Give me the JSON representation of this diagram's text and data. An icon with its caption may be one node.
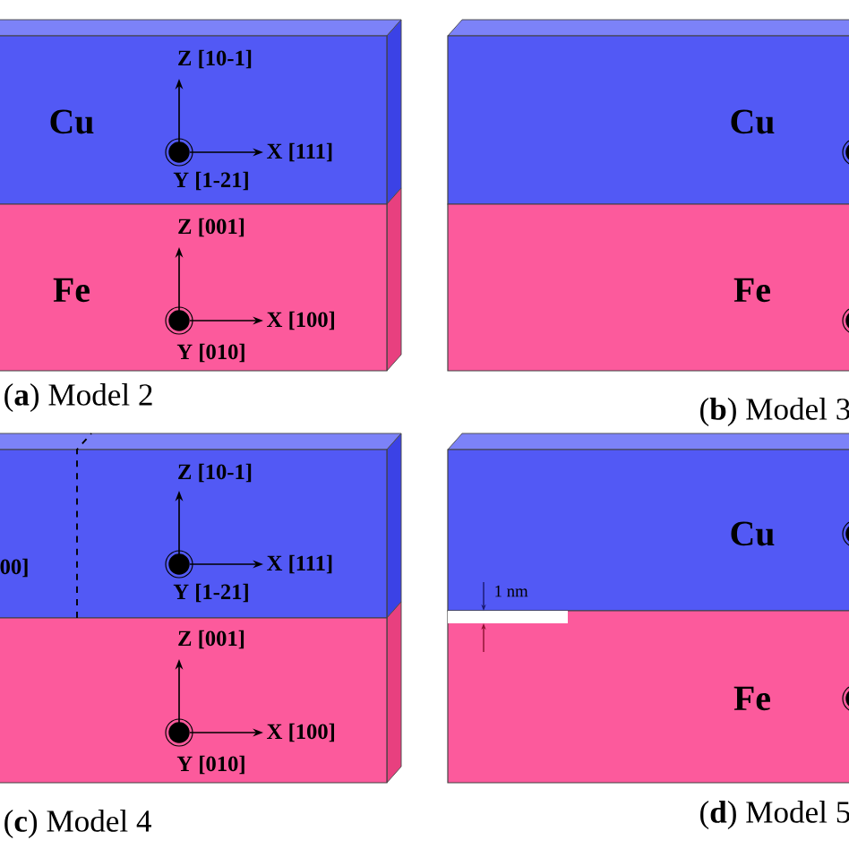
{
  "diagram": {
    "nodes": [
      {
        "text": [
          "Cu"
        ]
      },
      {
        "text": [
          "Fe"
        ]
      },
      {
        "text": [
          "Cu"
        ]
      },
      {
        "text": [
          "Fe"
        ]
      },
      {
        "text": [],
        "shape": "box"
      },
      {
        "text": [],
        "shape": "box"
      },
      {
        "text": [
          "Cu"
        ]
      },
      {
        "text": [
          "Fe"
        ]
      }
    ],
    "labels": [
      "Z [10-1]",
      "X [111]",
      "Y [1-21]",
      "Z [001]",
      "X [100]",
      "Y [010]",
      "(**a**) Model 2",
      "(**b**) Model 3",
      "00]",
      "Z [10-1]",
      "X [111]",
      "Y [1-21]",
      "Z [001]",
      "X [100]",
      "Y [010]",
      "(**c**) Model 4",
      "1 nm",
      "(**d**) Model 5"
    ]
  }
}
